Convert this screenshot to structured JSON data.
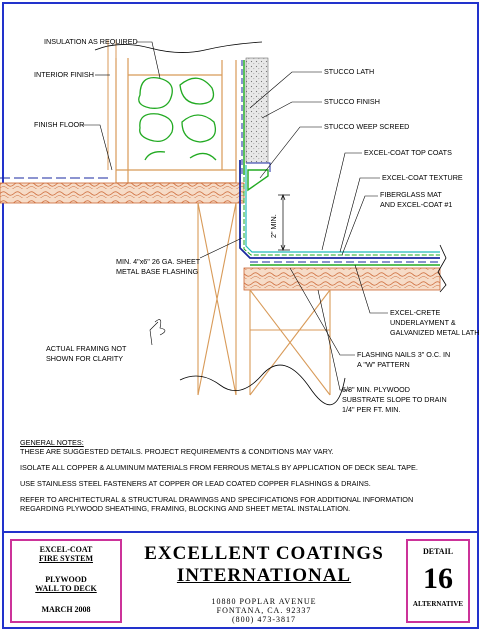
{
  "labels": {
    "insulation": "INSULATION AS REQUIRED",
    "interior_finish": "INTERIOR FINISH",
    "finish_floor": "FINISH FLOOR",
    "stucco_lath": "STUCCO LATH",
    "stucco_finish": "STUCCO FINISH",
    "stucco_weep": "STUCCO WEEP SCREED",
    "top_coats": "EXCEL-COAT TOP COATS",
    "texture": "EXCEL-COAT TEXTURE",
    "fiberglass_1": "FIBERGLASS MAT",
    "fiberglass_2": "AND EXCEL-COAT #1",
    "min_dim": "2\" MIN.",
    "base_flashing_1": "MIN. 4\"x6\" 26 GA. SHEET",
    "base_flashing_2": "METAL BASE FLASHING",
    "underlayment_1": "EXCEL-CRETE",
    "underlayment_2": "UNDERLAYMENT &",
    "underlayment_3": "GALVANIZED METAL LATH",
    "framing_1": "ACTUAL FRAMING NOT",
    "framing_2": "SHOWN FOR CLARITY",
    "nails_1": "FLASHING NAILS 3\" O.C. IN",
    "nails_2": "A \"W\" PATTERN",
    "plywood_1": "5/8\" MIN. PLYWOOD",
    "plywood_2": "SUBSTRATE SLOPE TO DRAIN",
    "plywood_3": "1/4\" PER FT. MIN."
  },
  "notes": {
    "heading": "GENERAL NOTES:",
    "line1": "THESE ARE SUGGESTED DETAILS. PROJECT REQUIREMENTS & CONDITIONS MAY VARY.",
    "line2": "ISOLATE ALL COPPER & ALUMINUM MATERIALS FROM FERROUS METALS BY APPLICATION OF DECK SEAL TAPE.",
    "line3": "USE STAINLESS STEEL FASTENERS AT COPPER OR LEAD COATED COPPER FLASHINGS & DRAINS.",
    "line4a": "REFER TO ARCHITECTURAL & STRUCTURAL DRAWINGS AND SPECIFICATIONS FOR ADDITIONAL INFORMATION",
    "line4b": "REGARDING PLYWOOD SHEATHING, FRAMING, BLOCKING AND SHEET METAL INSTALLATION."
  },
  "titleblock": {
    "system_1": "EXCEL-COAT",
    "system_2": "FIRE SYSTEM",
    "detail_name_1": "PLYWOOD",
    "detail_name_2": "WALL TO DECK",
    "date": "MARCH  2008",
    "company_1": "EXCELLENT COATINGS",
    "company_2": "INTERNATIONAL",
    "address_1": "10880 POPLAR AVENUE",
    "address_2": "FONTANA, CA. 92337",
    "phone": "(800) 473-3817",
    "detail_label": "DETAIL",
    "detail_number": "16",
    "variant": "ALTERNATIVE"
  },
  "colors": {
    "frame_blue": "#2233cc",
    "box_magenta": "#cc3399",
    "wood": "#d89a58",
    "plywood_hatch": "#cc6633",
    "insulation_green": "#22aa22",
    "coating_cyan": "#22bbbb",
    "flashing_blue": "#1a2aa0"
  }
}
